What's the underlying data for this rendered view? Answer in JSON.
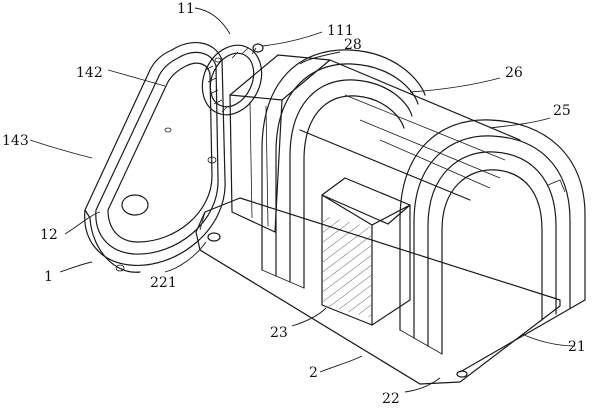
{
  "labels": {
    "l11": "11",
    "l111": "111",
    "l28": "28",
    "l26": "26",
    "l25": "25",
    "l142": "142",
    "l143": "143",
    "l12": "12",
    "l1": "1",
    "l221": "221",
    "l23": "23",
    "l2": "2",
    "l21": "21",
    "l22": "22"
  }
}
